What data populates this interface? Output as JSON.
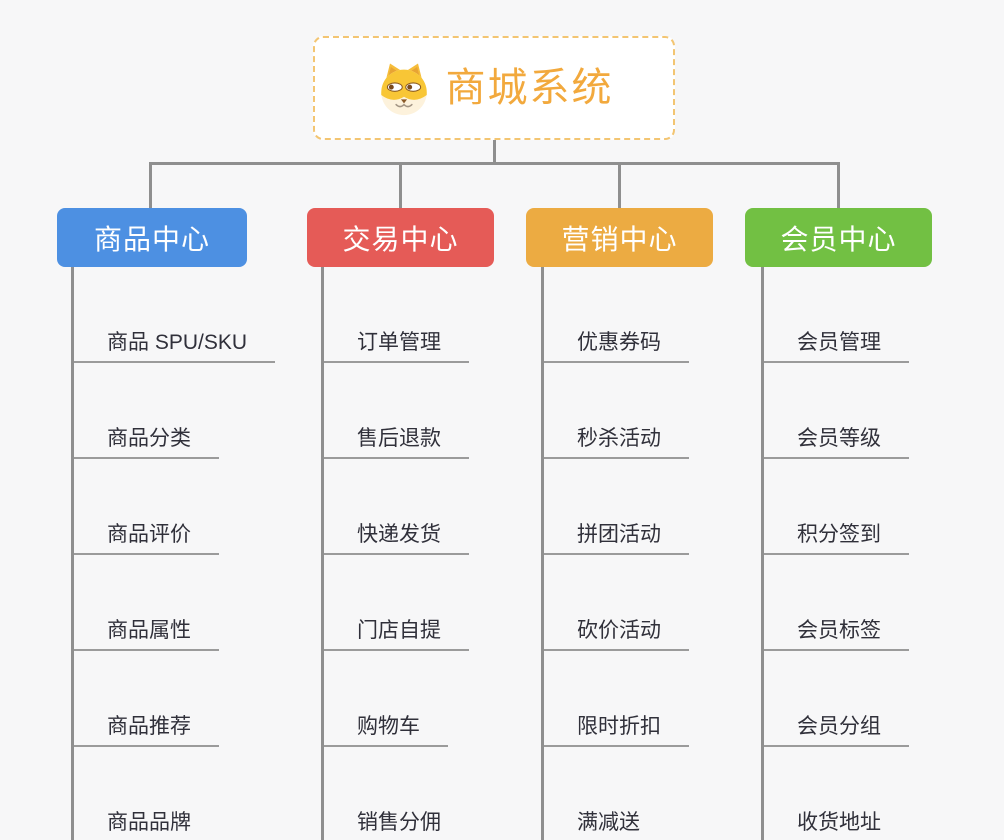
{
  "root": {
    "title": "商城系统",
    "icon": "dog-face-icon"
  },
  "branches": [
    {
      "label": "商品中心",
      "color": "#4d90e2",
      "children": [
        "商品 SPU/SKU",
        "商品分类",
        "商品评价",
        "商品属性",
        "商品推荐",
        "商品品牌"
      ]
    },
    {
      "label": "交易中心",
      "color": "#e55b57",
      "children": [
        "订单管理",
        "售后退款",
        "快递发货",
        "门店自提",
        "购物车",
        "销售分佣"
      ]
    },
    {
      "label": "营销中心",
      "color": "#ecab42",
      "children": [
        "优惠券码",
        "秒杀活动",
        "拼团活动",
        "砍价活动",
        "限时折扣",
        "满减送"
      ]
    },
    {
      "label": "会员中心",
      "color": "#72c043",
      "children": [
        "会员管理",
        "会员等级",
        "积分签到",
        "会员标签",
        "会员分组",
        "收货地址"
      ]
    }
  ],
  "colors": {
    "background": "#f7f7f8",
    "connector_line": "#8f8f8f",
    "leaf_underline": "#9b9b9b",
    "leaf_text": "#30303a",
    "root_accent": "#f2a93d",
    "root_border": "#f3c572",
    "branch_text": "#ffffff"
  }
}
